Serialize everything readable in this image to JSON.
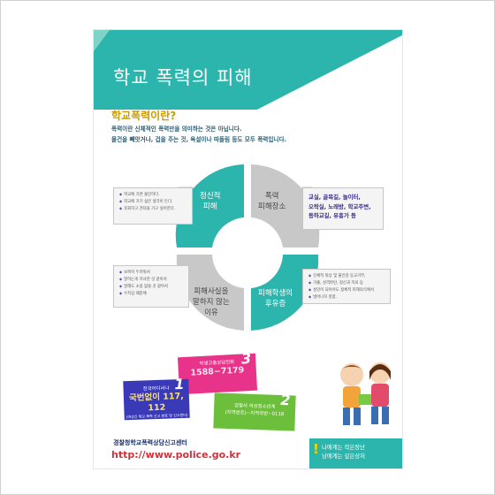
{
  "poster": {
    "title": "학교 폭력의 피해",
    "question": "학교폭력이란?",
    "desc": [
      "폭력이란 신체적인 폭력만을 의미하는 것은 아닙니다.",
      "물건을 빼앗거나, 겁을 주는 것, 욕설이나 따돌림 등도 모두 폭력입니다."
    ],
    "colors": {
      "teal": "#2cb5ad",
      "teal_light": "#7fd4c8",
      "gray": "#c8c8c8",
      "pink": "#e8338a",
      "blue": "#3a3ab8",
      "green": "#6cbf3a"
    }
  },
  "segments": {
    "mental": [
      "정신적",
      "피해"
    ],
    "place": [
      "폭력",
      "피해장소"
    ],
    "reason": [
      "피해사실을",
      "말하지 않는",
      "이유"
    ],
    "aftermath": [
      "피해학생의",
      "후유증"
    ]
  },
  "boxes": {
    "mental": [
      "학교에 가면 불안하다.",
      "학교에 가기 싫은 생각이 든다.",
      "후회하고 견뎌을 가고 싶어한다."
    ],
    "place": [
      "교실, 골목길, 놀이터,",
      "오락실, 노래방, 학교주변,",
      "등하교길, 유흥가 등"
    ],
    "reason": [
      "보복이 두려워서",
      "말하는게 치사한 것 같아서",
      "말해도 소용 없을 것 같아서",
      "수치심 때문에"
    ],
    "aftermath": [
      "신체적 외상 및 불안감 등교거부,",
      "가출, 성격파탄, 정신과 치료 등",
      "성인이 되어서도 정체적 피해의식에서",
      "벗어나지 못함."
    ]
  },
  "cards": {
    "pink": {
      "num": "3",
      "line1": "학생고충상담전화",
      "line2": "1588−7179"
    },
    "blue": {
      "num": "1",
      "line1": "전국어디서나",
      "line2": "국번없이 117, 112",
      "line3": "(여성긴 학교 폭력 신고 번호 및 신고센터)"
    },
    "green": {
      "num": "2",
      "line1": "경찰서 여성청소년계",
      "line2": "(지역번호)−지역국번−0118"
    }
  },
  "footer": {
    "org": "경찰청학교폭력상담신고센터",
    "url": "http://www.police.go.kr",
    "slogan": [
      "나에게는 작은장난",
      "남에게는 깊은상처"
    ]
  }
}
